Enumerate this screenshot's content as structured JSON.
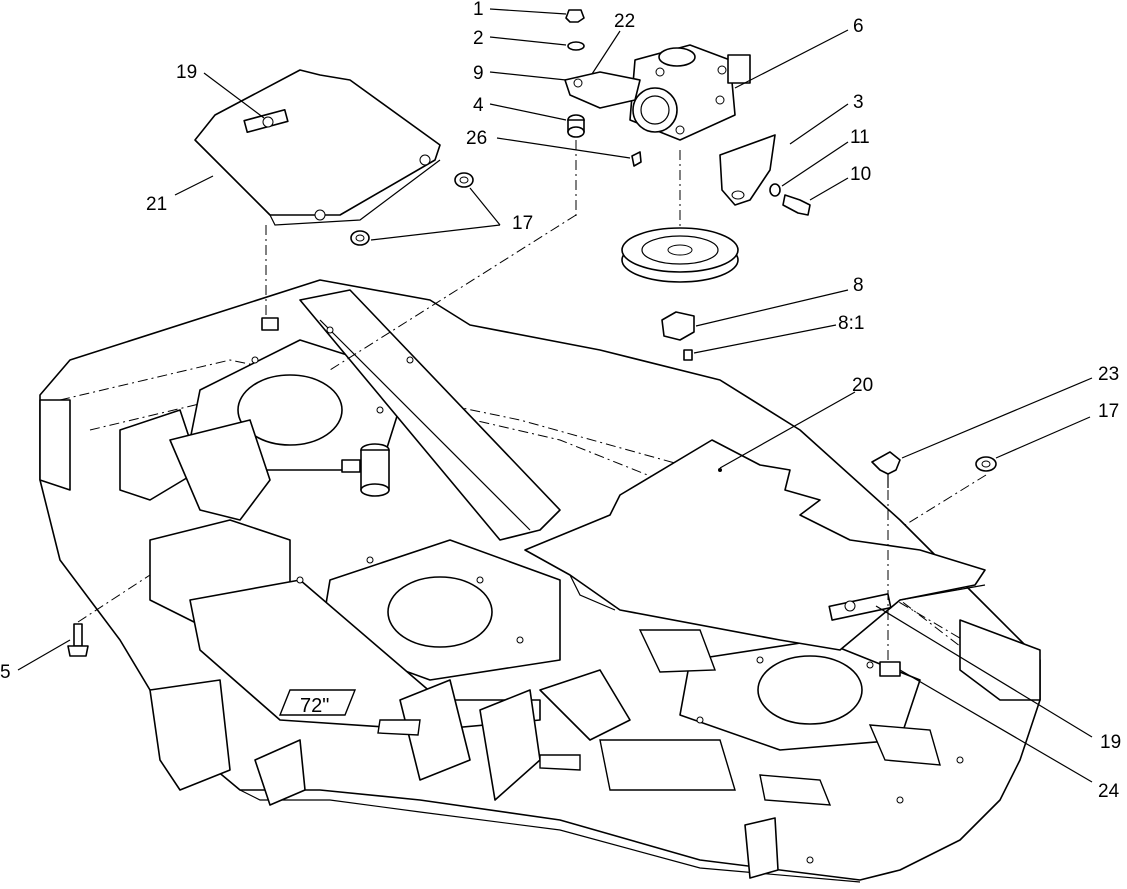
{
  "diagram": {
    "deck_decal": "72\"",
    "callouts": [
      {
        "id": "c1",
        "text": "1"
      },
      {
        "id": "c2",
        "text": "2"
      },
      {
        "id": "c9",
        "text": "9"
      },
      {
        "id": "c4",
        "text": "4"
      },
      {
        "id": "c26",
        "text": "26"
      },
      {
        "id": "c22",
        "text": "22"
      },
      {
        "id": "c6",
        "text": "6"
      },
      {
        "id": "c3",
        "text": "3"
      },
      {
        "id": "c11",
        "text": "11"
      },
      {
        "id": "c10",
        "text": "10"
      },
      {
        "id": "c8",
        "text": "8"
      },
      {
        "id": "c81",
        "text": "8:1"
      },
      {
        "id": "c19a",
        "text": "19"
      },
      {
        "id": "c21",
        "text": "21"
      },
      {
        "id": "c17a",
        "text": "17"
      },
      {
        "id": "c20",
        "text": "20"
      },
      {
        "id": "c23",
        "text": "23"
      },
      {
        "id": "c17b",
        "text": "17"
      },
      {
        "id": "c5",
        "text": "5"
      },
      {
        "id": "c19b",
        "text": "19"
      },
      {
        "id": "c24",
        "text": "24"
      }
    ]
  }
}
